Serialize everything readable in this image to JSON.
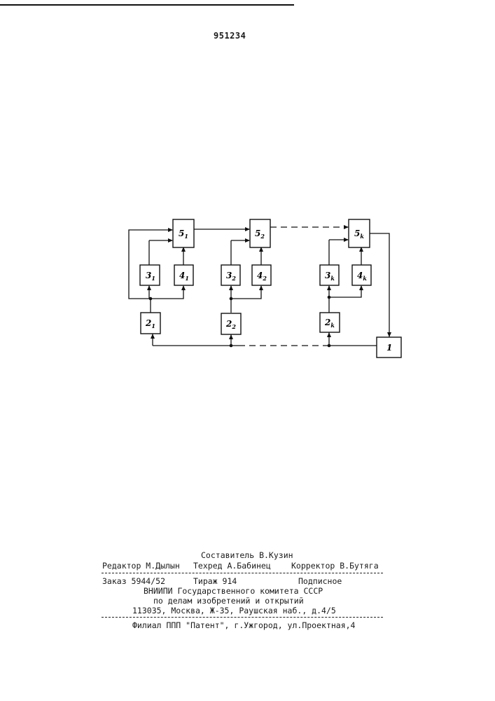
{
  "header": {
    "patent_number": "951234"
  },
  "diagram": {
    "blocks": [
      {
        "id": "b5_1",
        "label": "5",
        "sub": "1"
      },
      {
        "id": "b3_1",
        "label": "3",
        "sub": "1"
      },
      {
        "id": "b4_1",
        "label": "4",
        "sub": "1"
      },
      {
        "id": "b2_1",
        "label": "2",
        "sub": "1"
      },
      {
        "id": "b5_2",
        "label": "5",
        "sub": "2"
      },
      {
        "id": "b3_2",
        "label": "3",
        "sub": "2"
      },
      {
        "id": "b4_2",
        "label": "4",
        "sub": "2"
      },
      {
        "id": "b2_2",
        "label": "2",
        "sub": "2"
      },
      {
        "id": "b5_k",
        "label": "5",
        "sub": "k"
      },
      {
        "id": "b3_k",
        "label": "3",
        "sub": "k"
      },
      {
        "id": "b4_k",
        "label": "4",
        "sub": "k"
      },
      {
        "id": "b2_k",
        "label": "2",
        "sub": "k"
      },
      {
        "id": "b1",
        "label": "1",
        "sub": ""
      }
    ]
  },
  "colophon": {
    "composer": "Составитель В.Кузин",
    "editor": "Редактор М.Дылын",
    "techred": "Техред А.Бабинец",
    "corrector": "Корректор В.Бутяга",
    "order": "Заказ 5944/52",
    "circulation": "Тираж 914",
    "subscription": "Подписное",
    "org_line1": "ВНИИПИ Государственного комитета СССР",
    "org_line2": "по делам изобретений и открытий",
    "address": "113035, Москва, Ж-35, Раушская наб., д.4/5",
    "branch": "Филиал ППП \"Патент\", г.Ужгород, ул.Проектная,4"
  }
}
